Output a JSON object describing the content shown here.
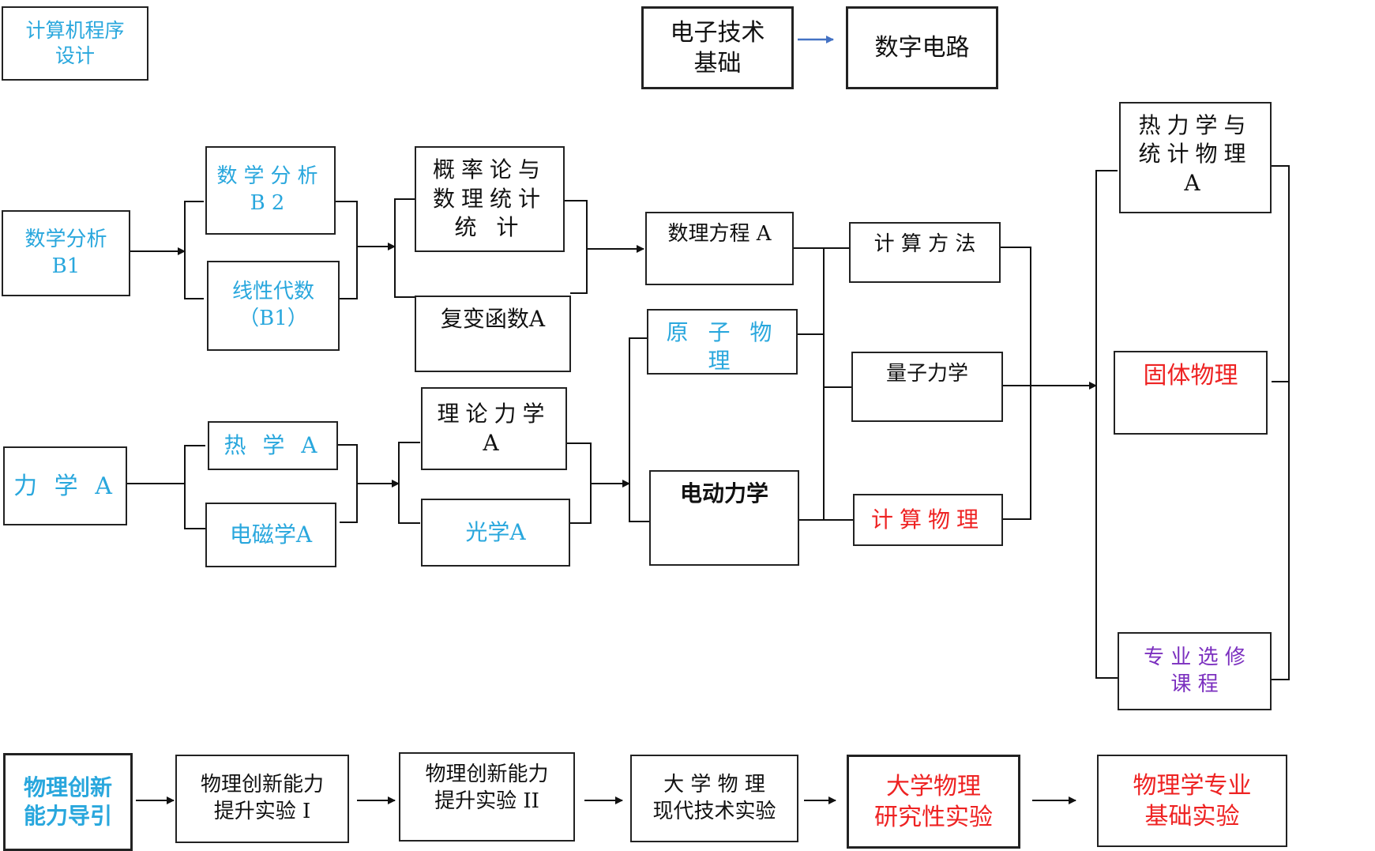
{
  "colors": {
    "blue": "#29a7dd",
    "red": "#ee2222",
    "purple": "#7b2fbf",
    "blue_arrow": "#4472c4"
  },
  "courses": {
    "cs_programming": "计算机程序\n设计",
    "electronics_basics": "电子技术\n基础",
    "digital_circuits": "数字电路",
    "math_analysis_b1": "数学分析\nB1",
    "math_analysis_b2": "数学分析\nB2",
    "linear_algebra": "线性代数\n（B1）",
    "probability_stats": "概率论与\n数理统计\n统      计",
    "complex_functions": "复变函数A",
    "math_physics_eq": "数理方程 A",
    "computational_methods": "计 算 方 法",
    "thermo_stat_physics": "热力学与\n统计物理\nA",
    "atomic_physics": "原 子 物 理",
    "quantum_mechanics": "量子力学",
    "solid_state_physics": "固体物理",
    "mechanics_a": "力 学 A",
    "heat_a": "热 学  A",
    "em_a": "电磁学A",
    "theoretical_mechanics": "理论力学\nA",
    "optics_a": "光学A",
    "electrodynamics": "电动力学",
    "computational_physics": "计算物理",
    "electives": "专 业 选 修\n课  程"
  },
  "lab_track": {
    "guide": "物理创新\n能力导引",
    "lab1": "物理创新能力\n提升实验 I",
    "lab2": "物理创新能力\n提升实验 II",
    "lab3": "大 学 物 理\n现代技术实验",
    "lab4": "大学物理\n研究性实验",
    "lab5": "物理学专业\n基础实验"
  }
}
